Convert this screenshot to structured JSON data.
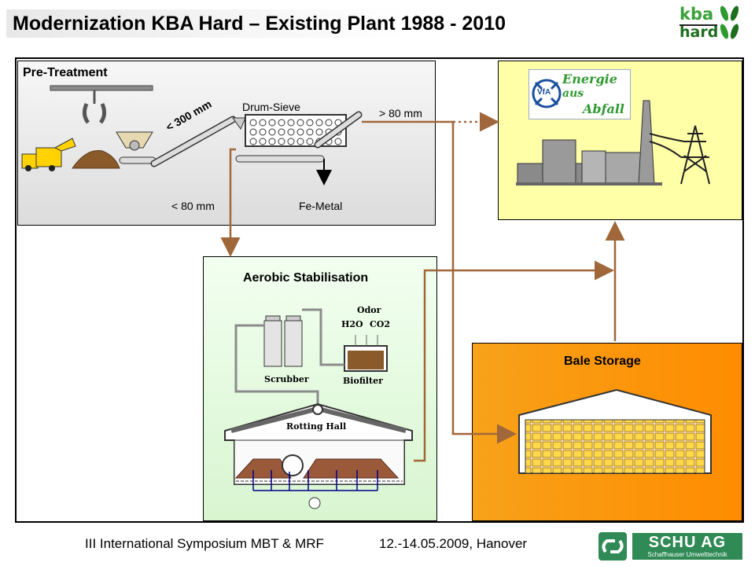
{
  "title": "Modernization KBA Hard – Existing Plant 1988 - 2010",
  "logo_top": {
    "line1": "kba",
    "line2": "hard"
  },
  "pretreatment": {
    "header": "Pre-Treatment",
    "size_label_300": "< 300 mm",
    "drum_sieve": "Drum-Sieve",
    "over_80": "> 80 mm",
    "under_80": "< 80 mm",
    "fe_metal": "Fe-Metal"
  },
  "energy": {
    "logo_line1": "Energie",
    "logo_line2": "aus",
    "logo_line3": "Abfall",
    "logo_badge": "VfA"
  },
  "aerobic": {
    "header": "Aerobic Stabilisation",
    "odor": "Odor",
    "h2o": "H2O",
    "co2": "CO2",
    "scrubber": "Scrubber",
    "biofilter": "Biofilter",
    "rotting_hall": "Rotting Hall"
  },
  "bale": {
    "header": "Bale Storage"
  },
  "footer": {
    "event": "III International Symposium MBT & MRF",
    "date": "12.-14.05.2009, Hanover",
    "company": "SCHU AG",
    "company_sub": "Schaffhauser Umwelttechnik"
  },
  "colors": {
    "flow_arrow": "#a0673a",
    "energy_box": "#ffffa8",
    "bale_box": "#ff9a10",
    "aerobic_box": "#e6fae0",
    "schu_green": "#2f8a55"
  }
}
